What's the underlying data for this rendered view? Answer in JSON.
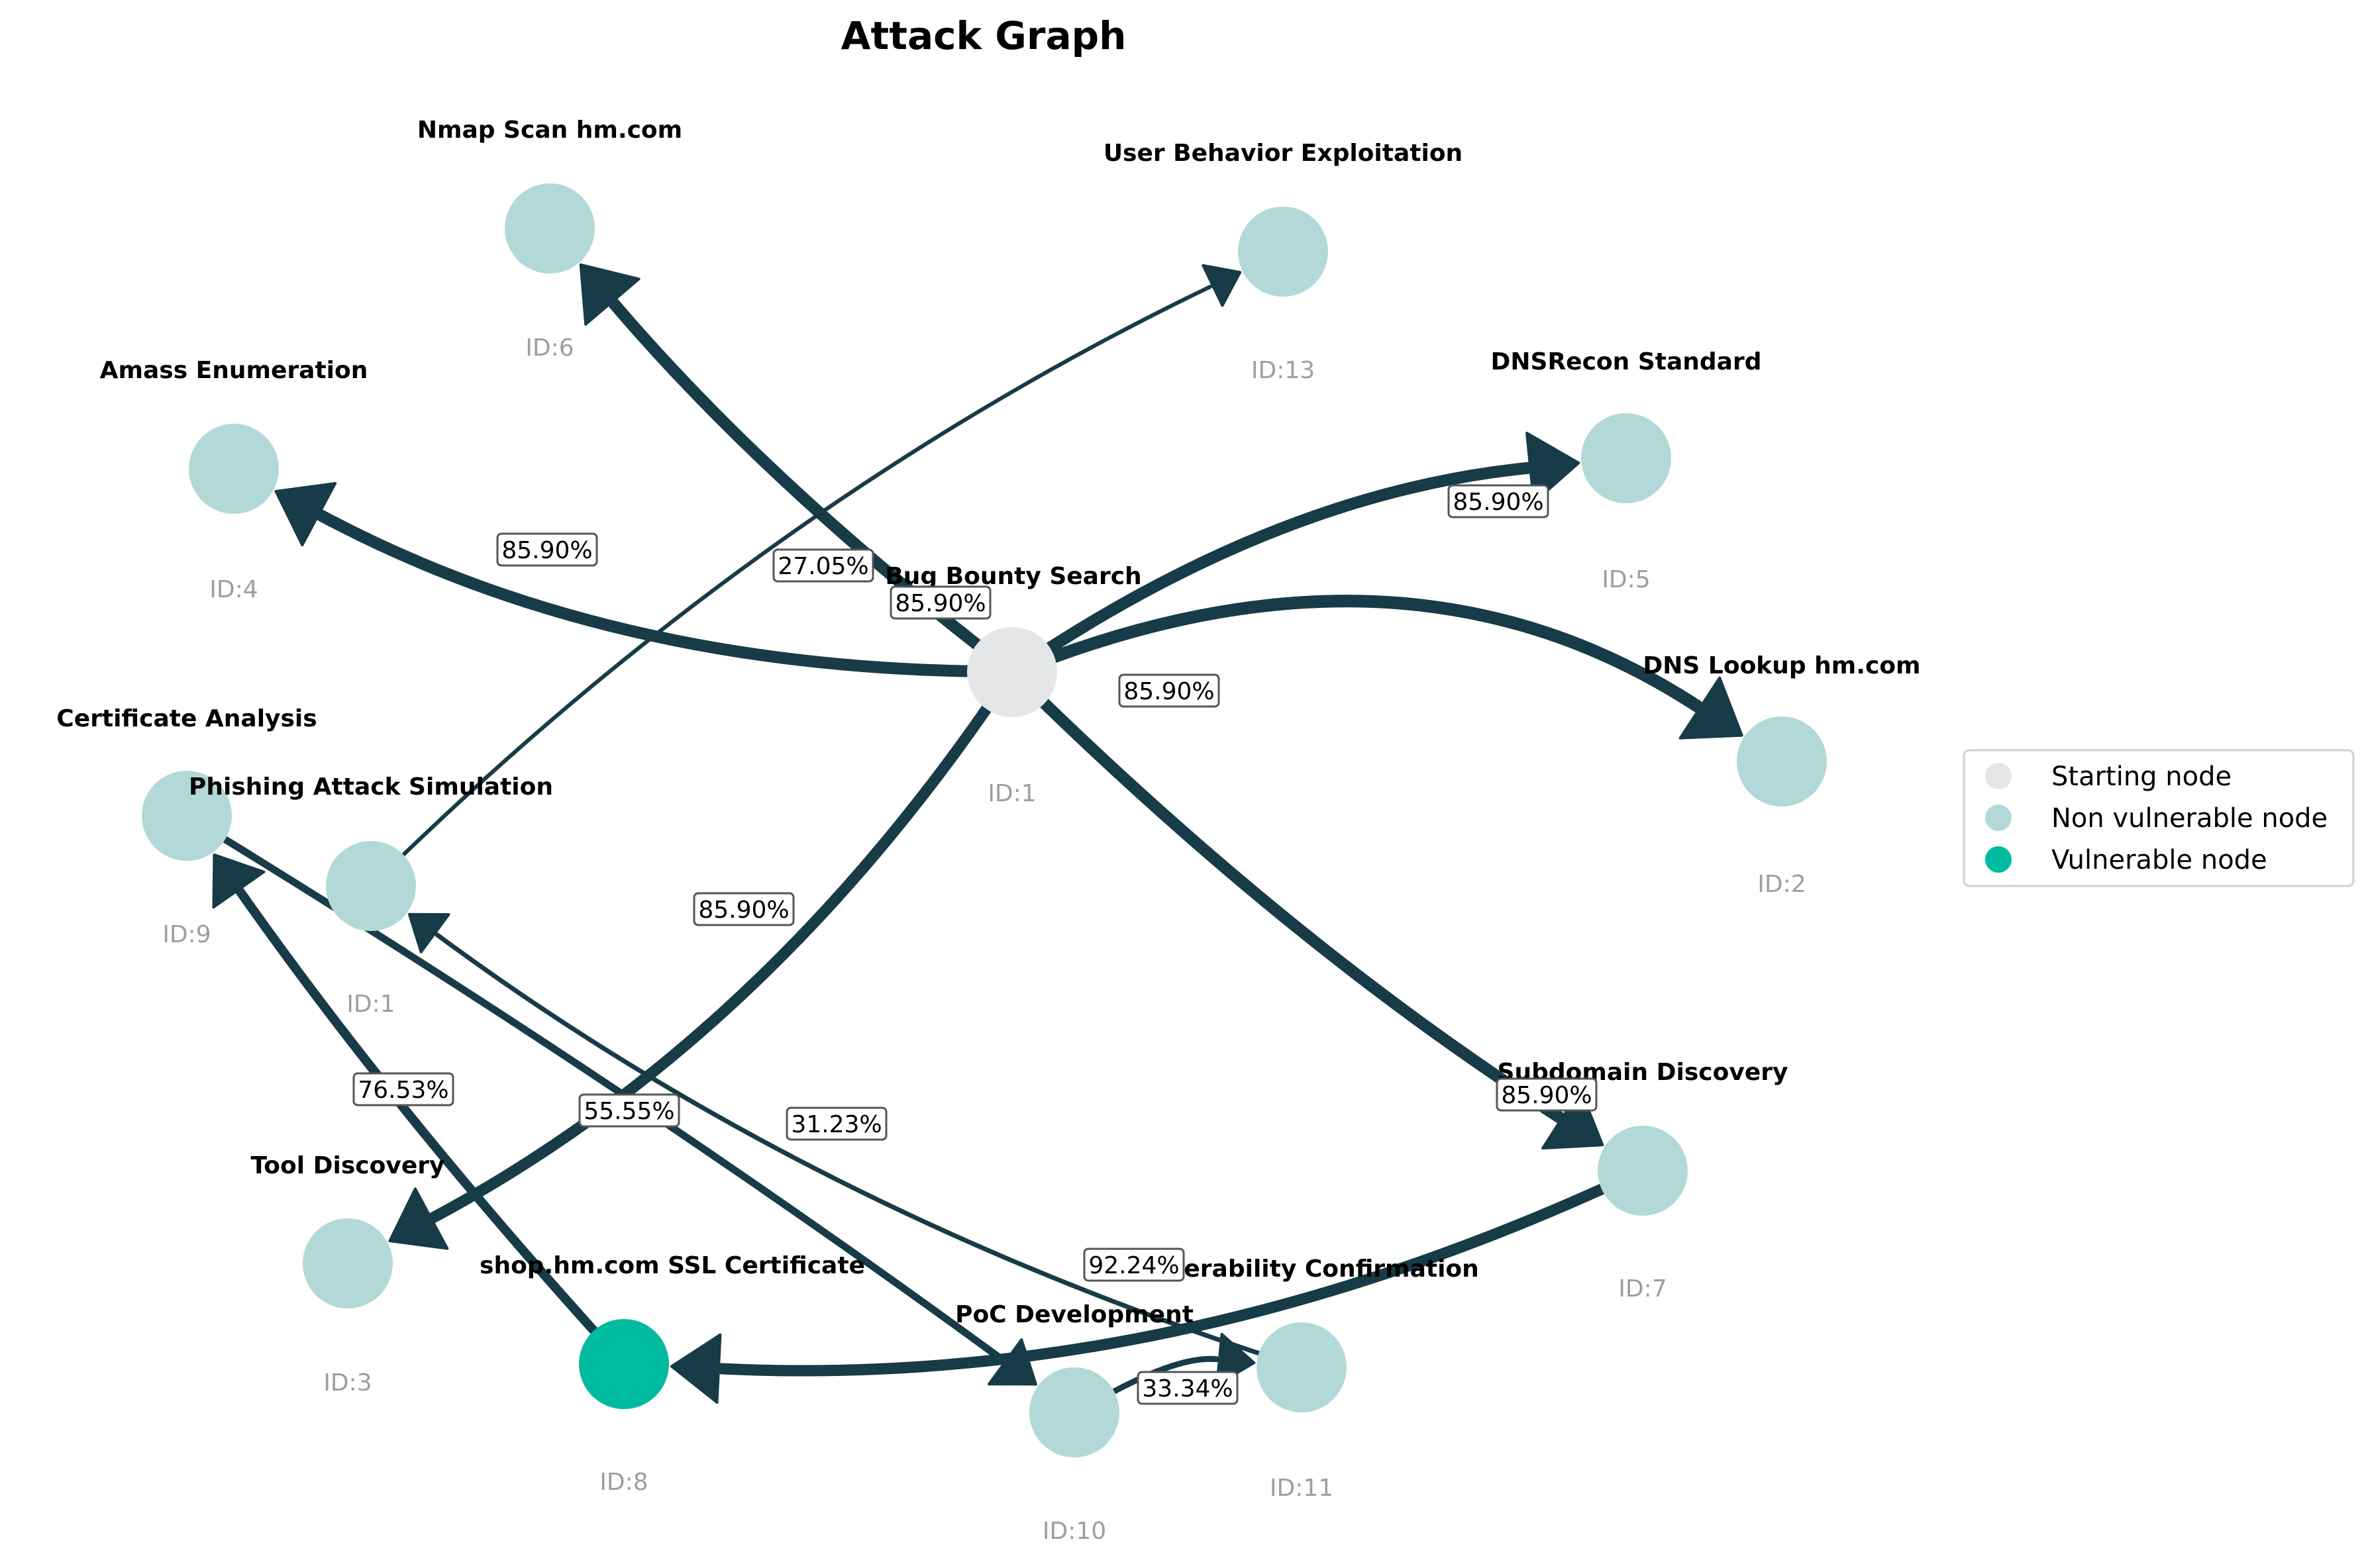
{
  "title": "Attack Graph",
  "colors": {
    "edge": "#173b47",
    "start_node": "#e5e6e8",
    "non_vulnerable_node": "#b2d9d8",
    "vulnerable_node": "#00bba0",
    "id_text": "#9e9e9e"
  },
  "legend": [
    {
      "label": "Starting node",
      "kind": "start"
    },
    {
      "label": "Non vulnerable node",
      "kind": "non_vulnerable"
    },
    {
      "label": "Vulnerable node",
      "kind": "vulnerable"
    }
  ],
  "nodes": [
    {
      "id": "1",
      "label": "Bug Bounty Search",
      "id_text": "ID:1",
      "kind": "start"
    },
    {
      "id": "2",
      "label": "DNS Lookup hm.com",
      "id_text": "ID:2",
      "kind": "non_vulnerable"
    },
    {
      "id": "3",
      "label": "Tool Discovery",
      "id_text": "ID:3",
      "kind": "non_vulnerable"
    },
    {
      "id": "4",
      "label": "Amass Enumeration",
      "id_text": "ID:4",
      "kind": "non_vulnerable"
    },
    {
      "id": "5",
      "label": "DNSRecon Standard",
      "id_text": "ID:5",
      "kind": "non_vulnerable"
    },
    {
      "id": "6",
      "label": "Nmap Scan hm.com",
      "id_text": "ID:6",
      "kind": "non_vulnerable"
    },
    {
      "id": "7",
      "label": "Subdomain Discovery",
      "id_text": "ID:7",
      "kind": "non_vulnerable"
    },
    {
      "id": "8",
      "label": "shop.hm.com SSL Certificate",
      "id_text": "ID:8",
      "kind": "vulnerable"
    },
    {
      "id": "9",
      "label": "Certificate Analysis",
      "id_text": "ID:9",
      "kind": "non_vulnerable"
    },
    {
      "id": "10",
      "label": "PoC Development",
      "id_text": "ID:10",
      "kind": "non_vulnerable"
    },
    {
      "id": "11",
      "label": "Vulnerability Confirmation",
      "id_text": "ID:11",
      "kind": "non_vulnerable"
    },
    {
      "id": "12",
      "label": "Phishing Attack Simulation",
      "id_text": "ID:1",
      "kind": "non_vulnerable"
    },
    {
      "id": "13",
      "label": "User Behavior Exploitation",
      "id_text": "ID:13",
      "kind": "non_vulnerable"
    }
  ],
  "edges": [
    {
      "from": "1",
      "to": "2",
      "label": "85.90%",
      "probability": 0.859
    },
    {
      "from": "1",
      "to": "3",
      "label": "85.90%",
      "probability": 0.859
    },
    {
      "from": "1",
      "to": "4",
      "label": "85.90%",
      "probability": 0.859
    },
    {
      "from": "1",
      "to": "5",
      "label": "85.90%",
      "probability": 0.859
    },
    {
      "from": "1",
      "to": "6",
      "label": "85.90%",
      "probability": 0.859
    },
    {
      "from": "1",
      "to": "7",
      "label": "85.90%",
      "probability": 0.859
    },
    {
      "from": "7",
      "to": "8",
      "label": "92.24%",
      "probability": 0.9224
    },
    {
      "from": "8",
      "to": "9",
      "label": "76.53%",
      "probability": 0.7653
    },
    {
      "from": "9",
      "to": "10",
      "label": "55.55%",
      "probability": 0.5555
    },
    {
      "from": "10",
      "to": "11",
      "label": "33.34%",
      "probability": 0.3334
    },
    {
      "from": "11",
      "to": "12",
      "label": "31.23%",
      "probability": 0.3123
    },
    {
      "from": "12",
      "to": "13",
      "label": "27.05%",
      "probability": 0.2705
    }
  ]
}
